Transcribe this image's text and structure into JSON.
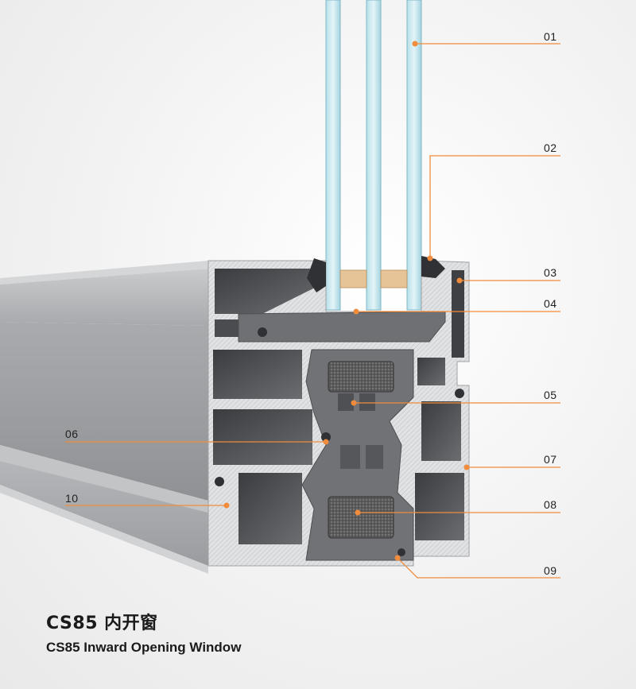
{
  "title": {
    "cn": "CS85 内开窗",
    "en": "CS85 Inward Opening Window"
  },
  "callouts": [
    {
      "id": "01",
      "label": "01"
    },
    {
      "id": "02",
      "label": "02"
    },
    {
      "id": "03",
      "label": "03"
    },
    {
      "id": "04",
      "label": "04"
    },
    {
      "id": "05",
      "label": "05"
    },
    {
      "id": "06",
      "label": "06"
    },
    {
      "id": "07",
      "label": "07"
    },
    {
      "id": "08",
      "label": "08"
    },
    {
      "id": "09",
      "label": "09"
    },
    {
      "id": "10",
      "label": "10"
    }
  ],
  "colors": {
    "leader": "#f08c3c",
    "profile": "#a9abae",
    "profile_dark": "#5c5e61",
    "thermal_break": "#6f7174",
    "insulation_foam": "#6a6a6a",
    "glass": "#a8d8e4",
    "spacer": "#e8c79a"
  }
}
